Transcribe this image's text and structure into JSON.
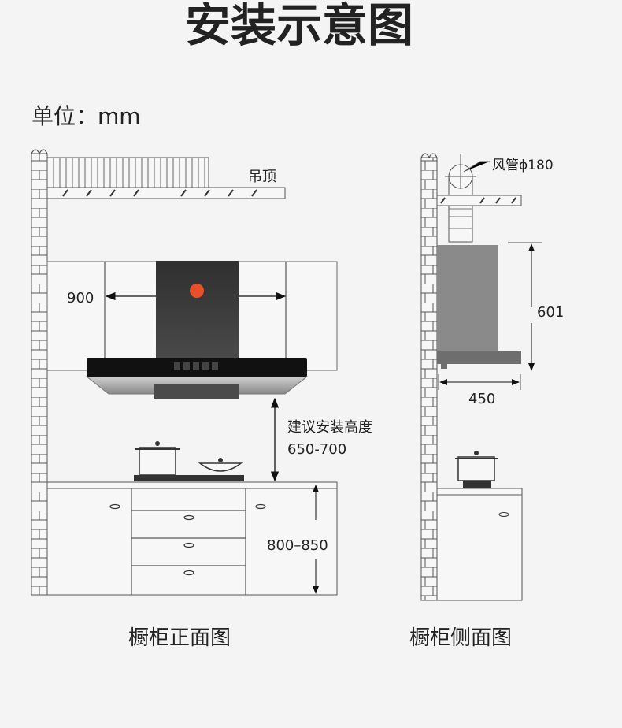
{
  "title": "安装示意图",
  "unit_label": "单位：mm",
  "front_view": {
    "ceiling_label": "吊顶",
    "width_label": "900",
    "install_height_label": "建议安装高度",
    "install_height_value": "650-700",
    "cabinet_height_label": "800–850",
    "caption": "橱柜正面图"
  },
  "side_view": {
    "duct_label": "风管ϕ180",
    "hood_height_label": "601",
    "hood_depth_label": "450",
    "caption": "橱柜侧面图"
  },
  "colors": {
    "hood_dark": "#333333",
    "hood_side": "#8a8a8a",
    "logo": "#e8502a"
  }
}
